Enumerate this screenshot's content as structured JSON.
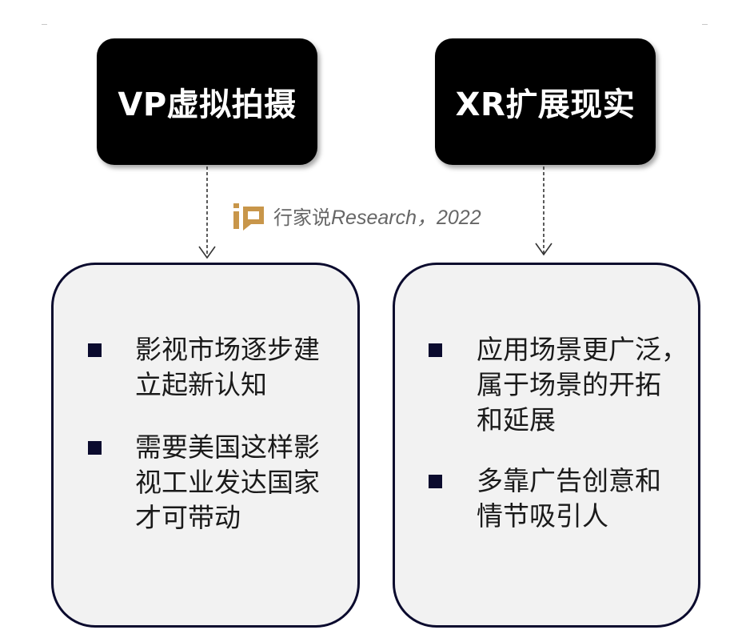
{
  "left": {
    "title": "VP虚拟拍摄",
    "items": [
      "影视市场逐步建\n立起新认知",
      "需要美国这样影\n视工业发达国家\n才可带动"
    ]
  },
  "right": {
    "title": "XR扩展现实",
    "items": [
      "应用场景更广泛，\n属于场景的开拓\n和延展",
      "多靠广告创意和\n情节吸引人"
    ]
  },
  "watermark": {
    "brand": "行家说",
    "source": "Research，2022"
  },
  "colors": {
    "header_bg": "#000000",
    "box_bg": "#f2f2f2",
    "box_border": "#0b0b2e",
    "logo_gold": "#c8964a"
  }
}
